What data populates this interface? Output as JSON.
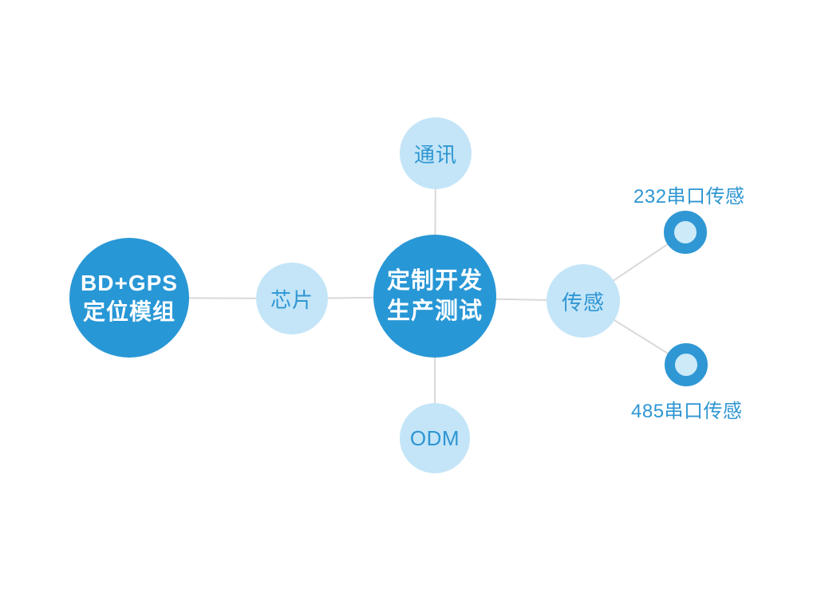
{
  "diagram": {
    "left_node": {
      "label_line1": "BD+GPS",
      "label_line2": "定位模组"
    },
    "center_node": {
      "label_line1": "定制开发",
      "label_line2": "生产测试"
    },
    "satellites": {
      "comm": {
        "label": "通讯"
      },
      "chip": {
        "label": "芯片"
      },
      "odm": {
        "label": "ODM"
      },
      "sensor": {
        "label": "传感"
      }
    },
    "leaves": {
      "rs232": {
        "label": "232串口传感"
      },
      "rs485": {
        "label": "485串口传感"
      }
    },
    "colors": {
      "primary_blue": "#2897d6",
      "light_blue": "#c4e5f8",
      "ring_blue": "#2f97d4",
      "ring_inner": "#cdeaf9",
      "connector_gray": "#d9d9d9",
      "label_blue": "#2e96d2",
      "background": "#ffffff"
    }
  }
}
